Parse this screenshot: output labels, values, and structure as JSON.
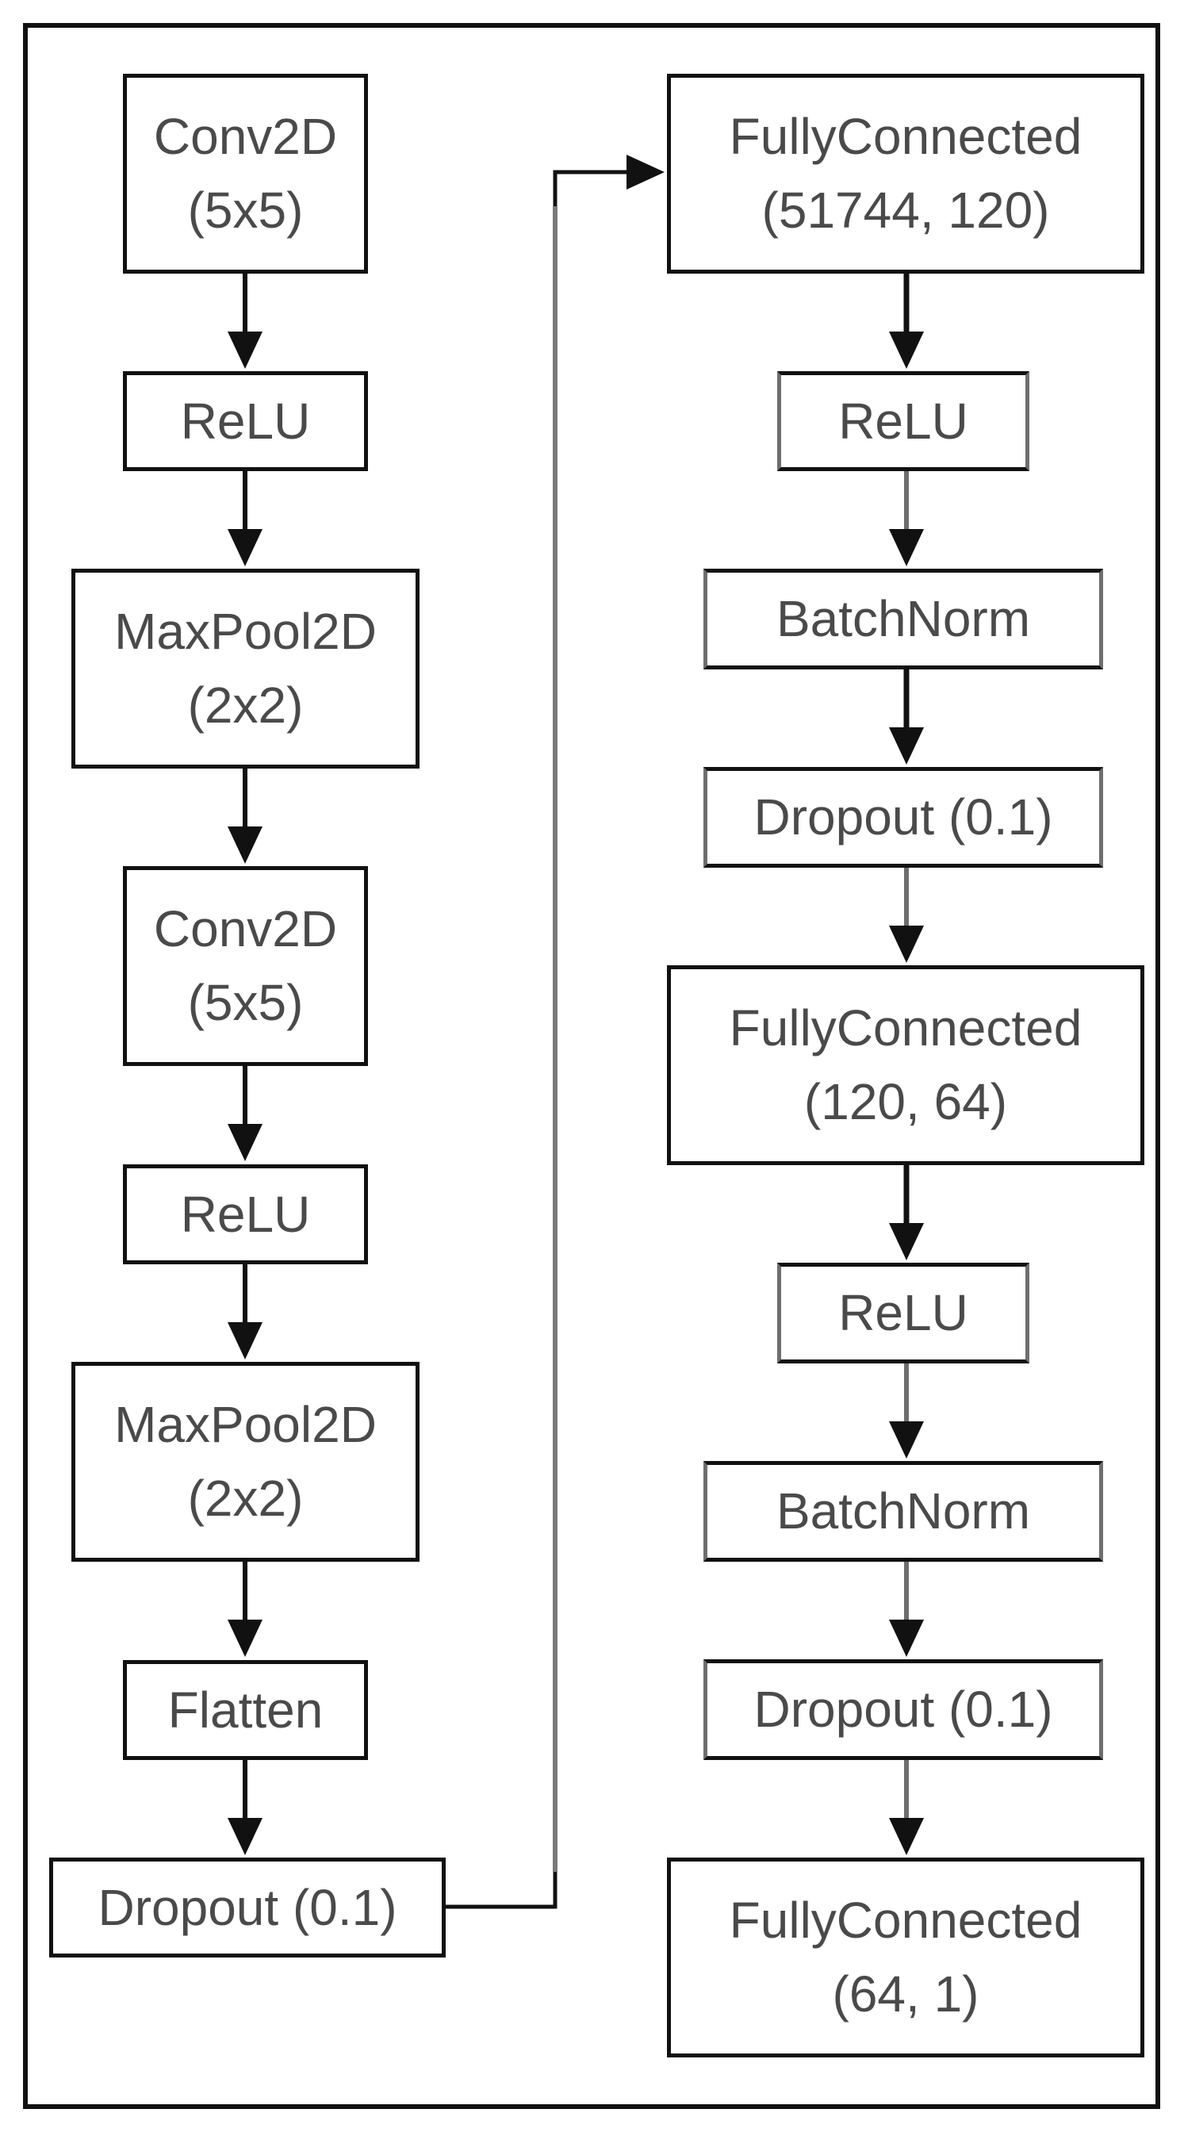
{
  "nodes": {
    "conv2d_1": {
      "label": "Conv2D",
      "sub": "(5x5)"
    },
    "relu_1": {
      "label": "ReLU"
    },
    "maxpool2d_1": {
      "label": "MaxPool2D",
      "sub": "(2x2)"
    },
    "conv2d_2": {
      "label": "Conv2D",
      "sub": "(5x5)"
    },
    "relu_2": {
      "label": "ReLU"
    },
    "maxpool2d_2": {
      "label": "MaxPool2D",
      "sub": "(2x2)"
    },
    "flatten": {
      "label": "Flatten"
    },
    "dropout_1": {
      "label": "Dropout (0.1)"
    },
    "fc_1": {
      "label": "FullyConnected",
      "sub": "(51744, 120)"
    },
    "relu_3": {
      "label": "ReLU"
    },
    "batchnorm_1": {
      "label": "BatchNorm"
    },
    "dropout_2": {
      "label": "Dropout (0.1)"
    },
    "fc_2": {
      "label": "FullyConnected",
      "sub": "(120, 64)"
    },
    "relu_4": {
      "label": "ReLU"
    },
    "batchnorm_2": {
      "label": "BatchNorm"
    },
    "dropout_3": {
      "label": "Dropout (0.1)"
    },
    "fc_3": {
      "label": "FullyConnected",
      "sub": "(64, 1)"
    }
  },
  "edges": [
    [
      "conv2d_1",
      "relu_1"
    ],
    [
      "relu_1",
      "maxpool2d_1"
    ],
    [
      "maxpool2d_1",
      "conv2d_2"
    ],
    [
      "conv2d_2",
      "relu_2"
    ],
    [
      "relu_2",
      "maxpool2d_2"
    ],
    [
      "maxpool2d_2",
      "flatten"
    ],
    [
      "flatten",
      "dropout_1"
    ],
    [
      "dropout_1",
      "fc_1"
    ],
    [
      "fc_1",
      "relu_3"
    ],
    [
      "relu_3",
      "batchnorm_1"
    ],
    [
      "batchnorm_1",
      "dropout_2"
    ],
    [
      "dropout_2",
      "fc_2"
    ],
    [
      "fc_2",
      "relu_4"
    ],
    [
      "relu_4",
      "batchnorm_2"
    ],
    [
      "batchnorm_2",
      "dropout_3"
    ],
    [
      "dropout_3",
      "fc_3"
    ]
  ],
  "colors": {
    "dark": "#111111",
    "gray": "#6e6e6e",
    "text": "#4a4a4a"
  }
}
